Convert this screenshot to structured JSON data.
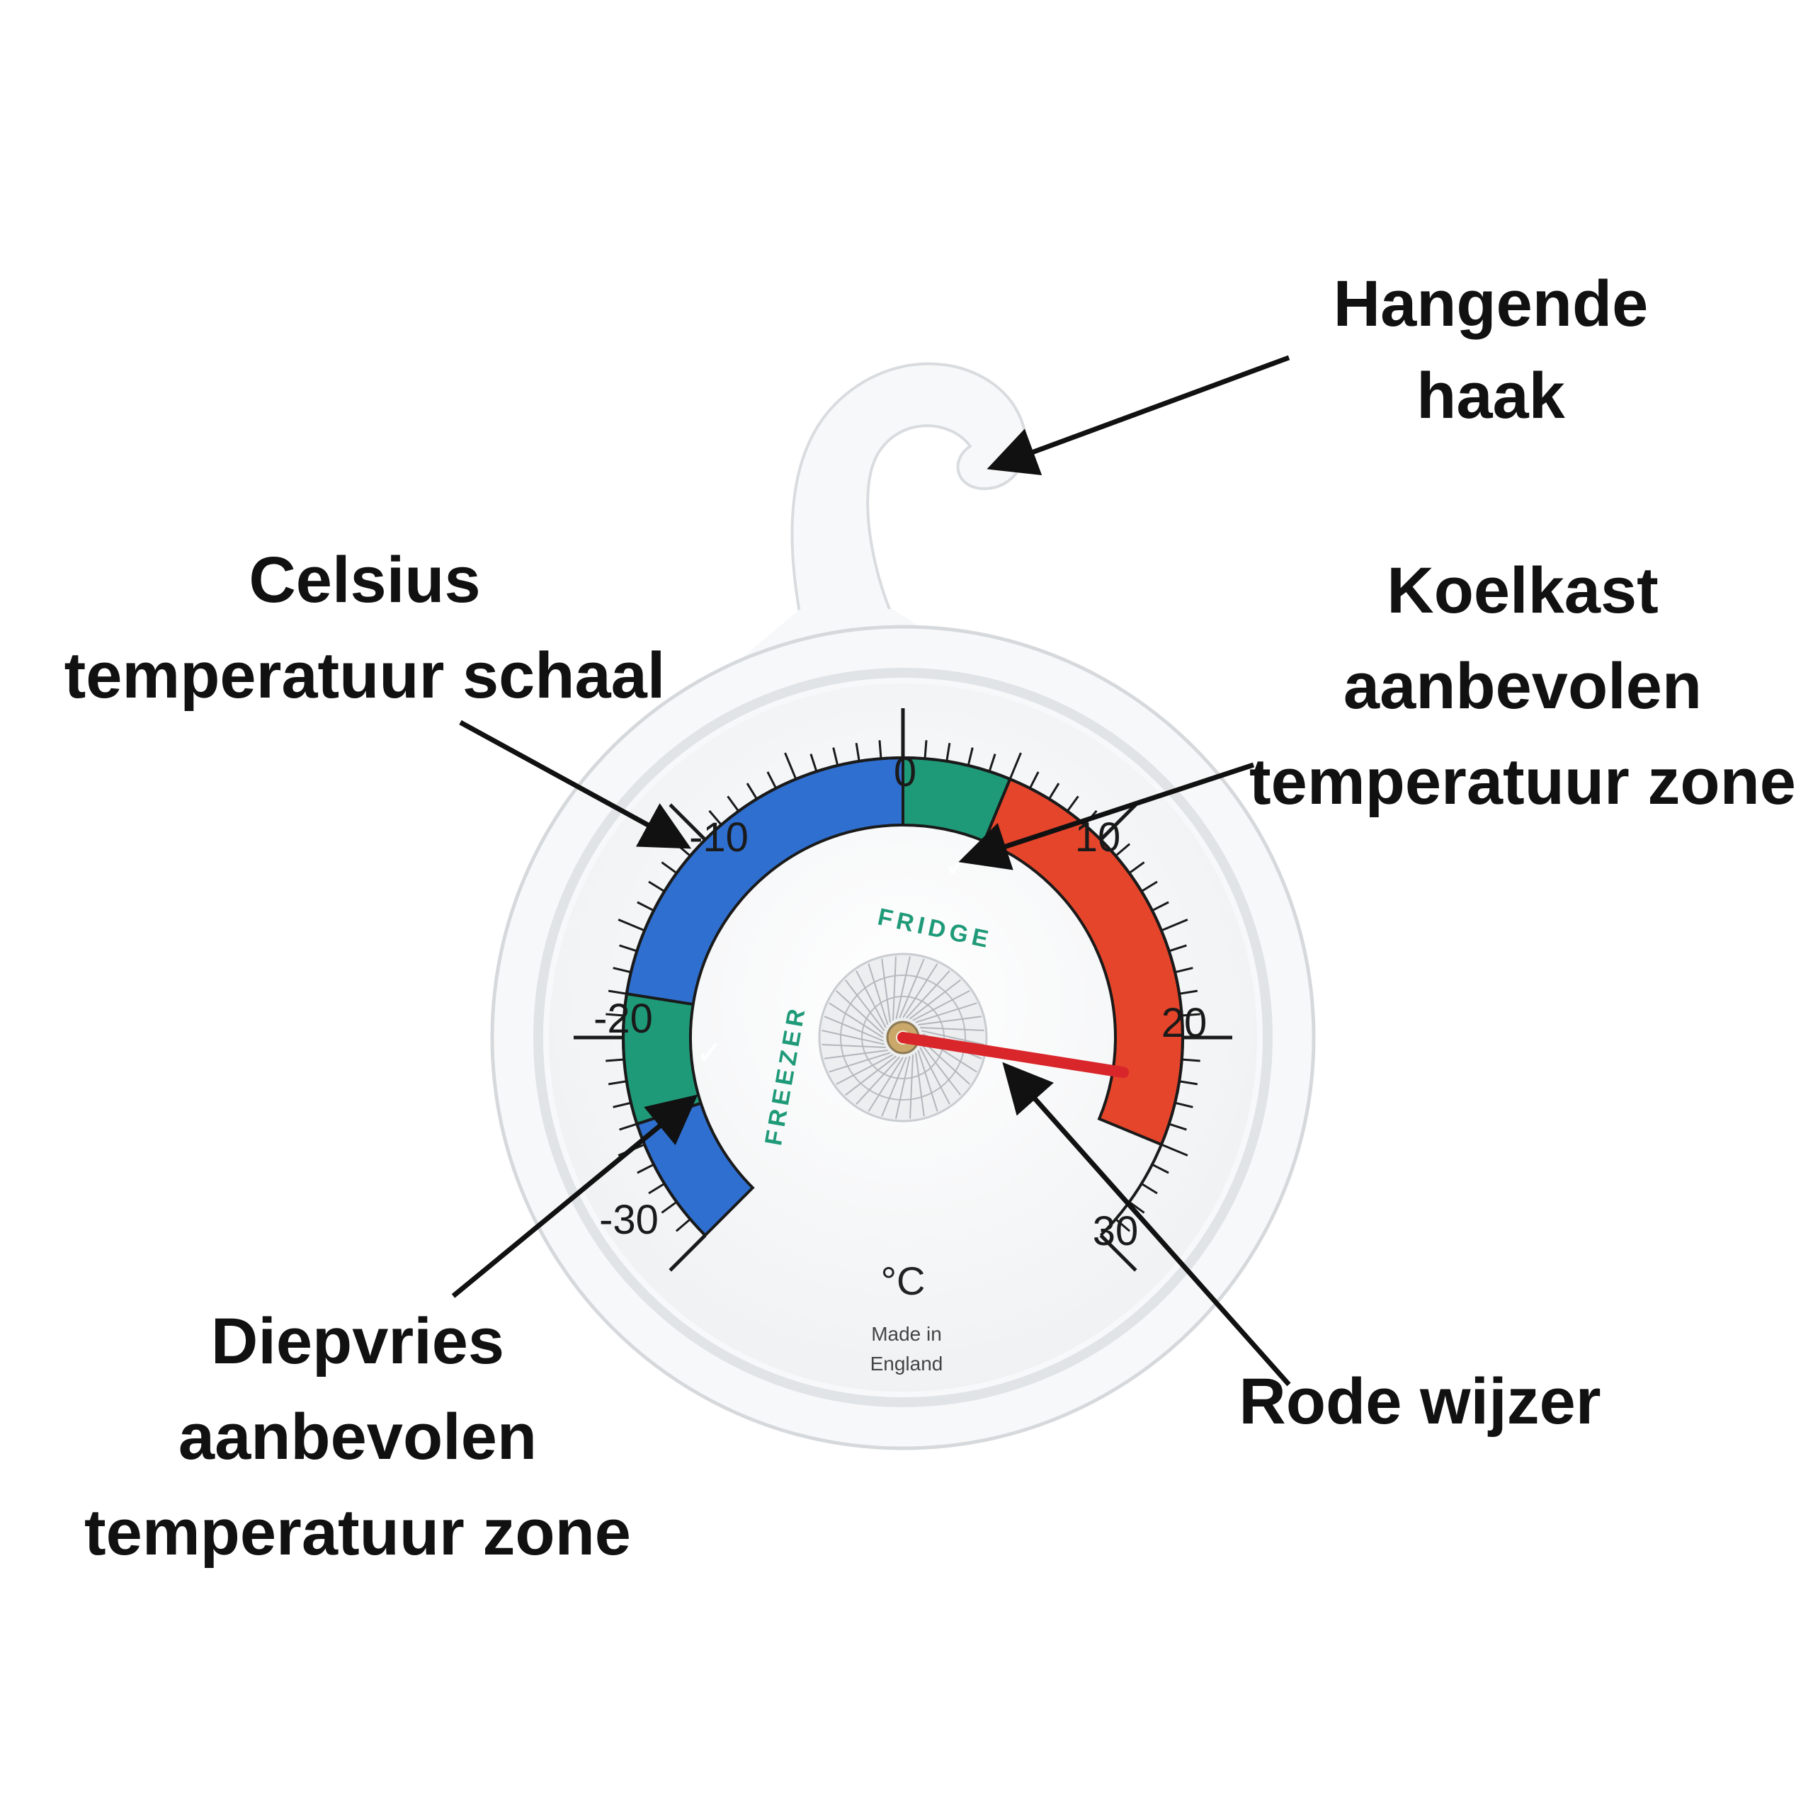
{
  "callouts": {
    "hook": [
      "Hangende",
      "haak"
    ],
    "scale": [
      "Celsius",
      "temperatuur schaal"
    ],
    "fridge_zone": [
      "Koelkast",
      "aanbevolen",
      "temperatuur zone"
    ],
    "freezer_zone": [
      "Diepvries",
      "aanbevolen",
      "temperatuur zone"
    ],
    "pointer": [
      "Rode wijzer"
    ]
  },
  "dial": {
    "scale_labels": [
      "-30",
      "-20",
      "-10",
      "0",
      "10",
      "20",
      "30"
    ],
    "fridge_word": "FRIDGE",
    "freezer_word": "FREEZER",
    "check_mark": "✓",
    "unit": "°C",
    "maker_line1": "Made in",
    "maker_line2": "England"
  },
  "gauge": {
    "min": -30,
    "max": 30,
    "pointer_value": 22,
    "bands": [
      {
        "name": "freezer-low",
        "from": -30,
        "to": -24,
        "color": "#2f6fcf"
      },
      {
        "name": "freezer-zone",
        "from": -24,
        "to": -18,
        "color": "#1f9a78"
      },
      {
        "name": "cold",
        "from": -18,
        "to": 0,
        "color": "#2f6fcf"
      },
      {
        "name": "fridge-zone",
        "from": 0,
        "to": 5,
        "color": "#1f9a78"
      },
      {
        "name": "warm",
        "from": 5,
        "to": 25,
        "color": "#e5452b"
      }
    ]
  },
  "colors": {
    "freezer_blue": "#2f6fcf",
    "zone_green": "#1f9a78",
    "warm_red": "#e5452b",
    "pointer_red": "#d9262b"
  }
}
